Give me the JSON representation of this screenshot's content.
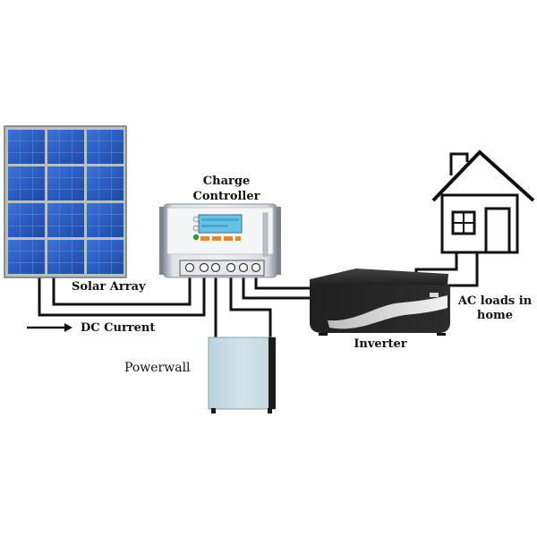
{
  "labels": {
    "solar_array": "Solar Array",
    "dc_current": "DC Current",
    "charge_controller_line1": "Charge",
    "charge_controller_line2": "Controller",
    "powerwall": "Powerwall",
    "inverter": "Inverter",
    "ac_loads_line1": "AC loads in",
    "ac_loads_line2": "home"
  },
  "colors": {
    "panel_cell": "#2d5fc0",
    "panel_frame": "#9aa0a8",
    "wire": "#111111",
    "controller_body": "#c8cdd4",
    "display": "#66c3e6",
    "powerwall": "#c8dbe4",
    "inverter_body": "#1c1c1c",
    "led_green": "#2f9a3a"
  },
  "icons": {
    "solar_panel": "solar-panel-icon",
    "controller": "charge-controller-icon",
    "battery": "powerwall-battery-icon",
    "inverter": "inverter-icon",
    "house": "house-icon",
    "arrow": "arrow-right-icon"
  }
}
